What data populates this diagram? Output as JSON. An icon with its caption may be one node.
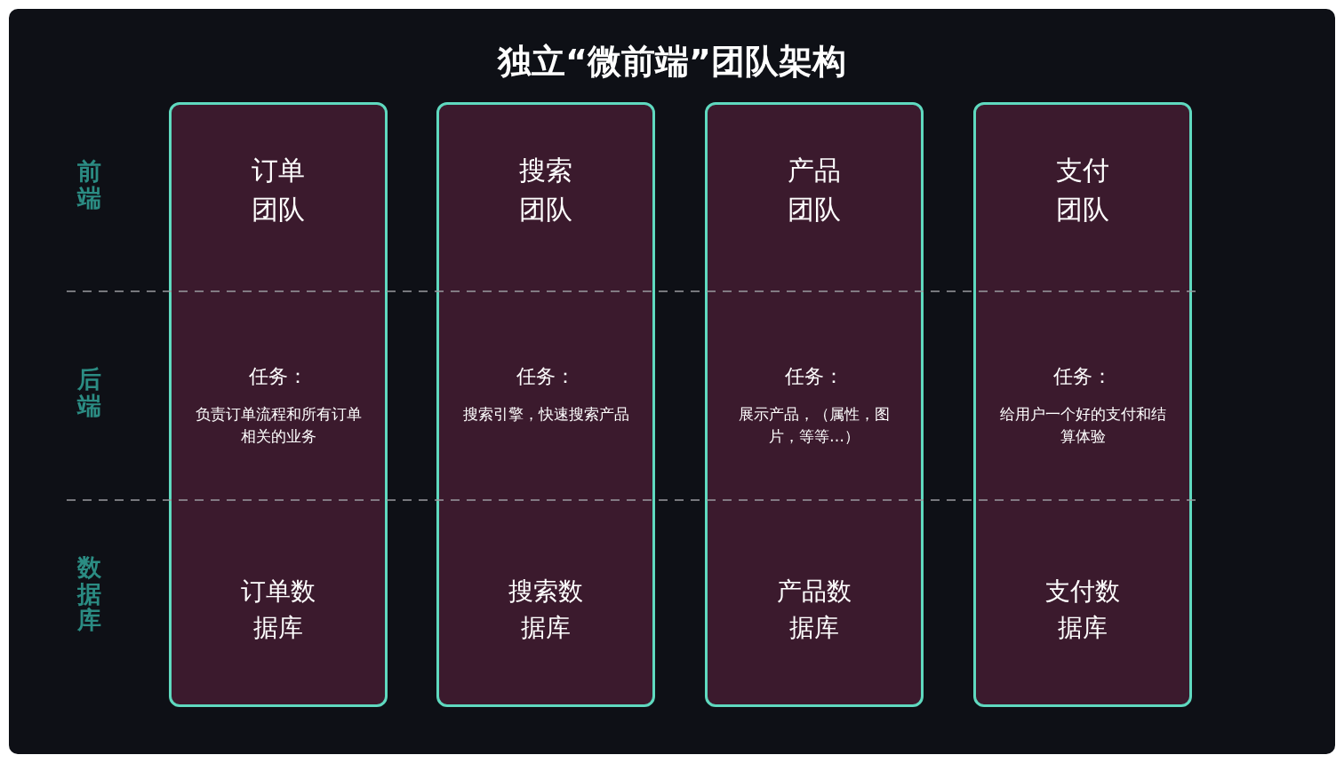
{
  "diagram": {
    "title": "独立“微前端”团队架构",
    "nodes": [
      {
        "text": [
          "订单团队",
          "任务：",
          "负责订单流程和所有订单相关的业务",
          "订单数据库"
        ]
      },
      {
        "text": [
          "搜索团队",
          "任务：",
          "搜索引擎，快速搜索产品",
          "搜索数据库"
        ]
      },
      {
        "text": [
          "产品团队",
          "任务：",
          "展示产品，（属性，图片，等等…）",
          "产品数据库"
        ]
      },
      {
        "text": [
          "支付团队",
          "任务：",
          "给用户一个好的支付和结算体验",
          "支付数据库"
        ]
      }
    ],
    "labels": [
      "前端",
      "后端",
      "数据库"
    ]
  }
}
